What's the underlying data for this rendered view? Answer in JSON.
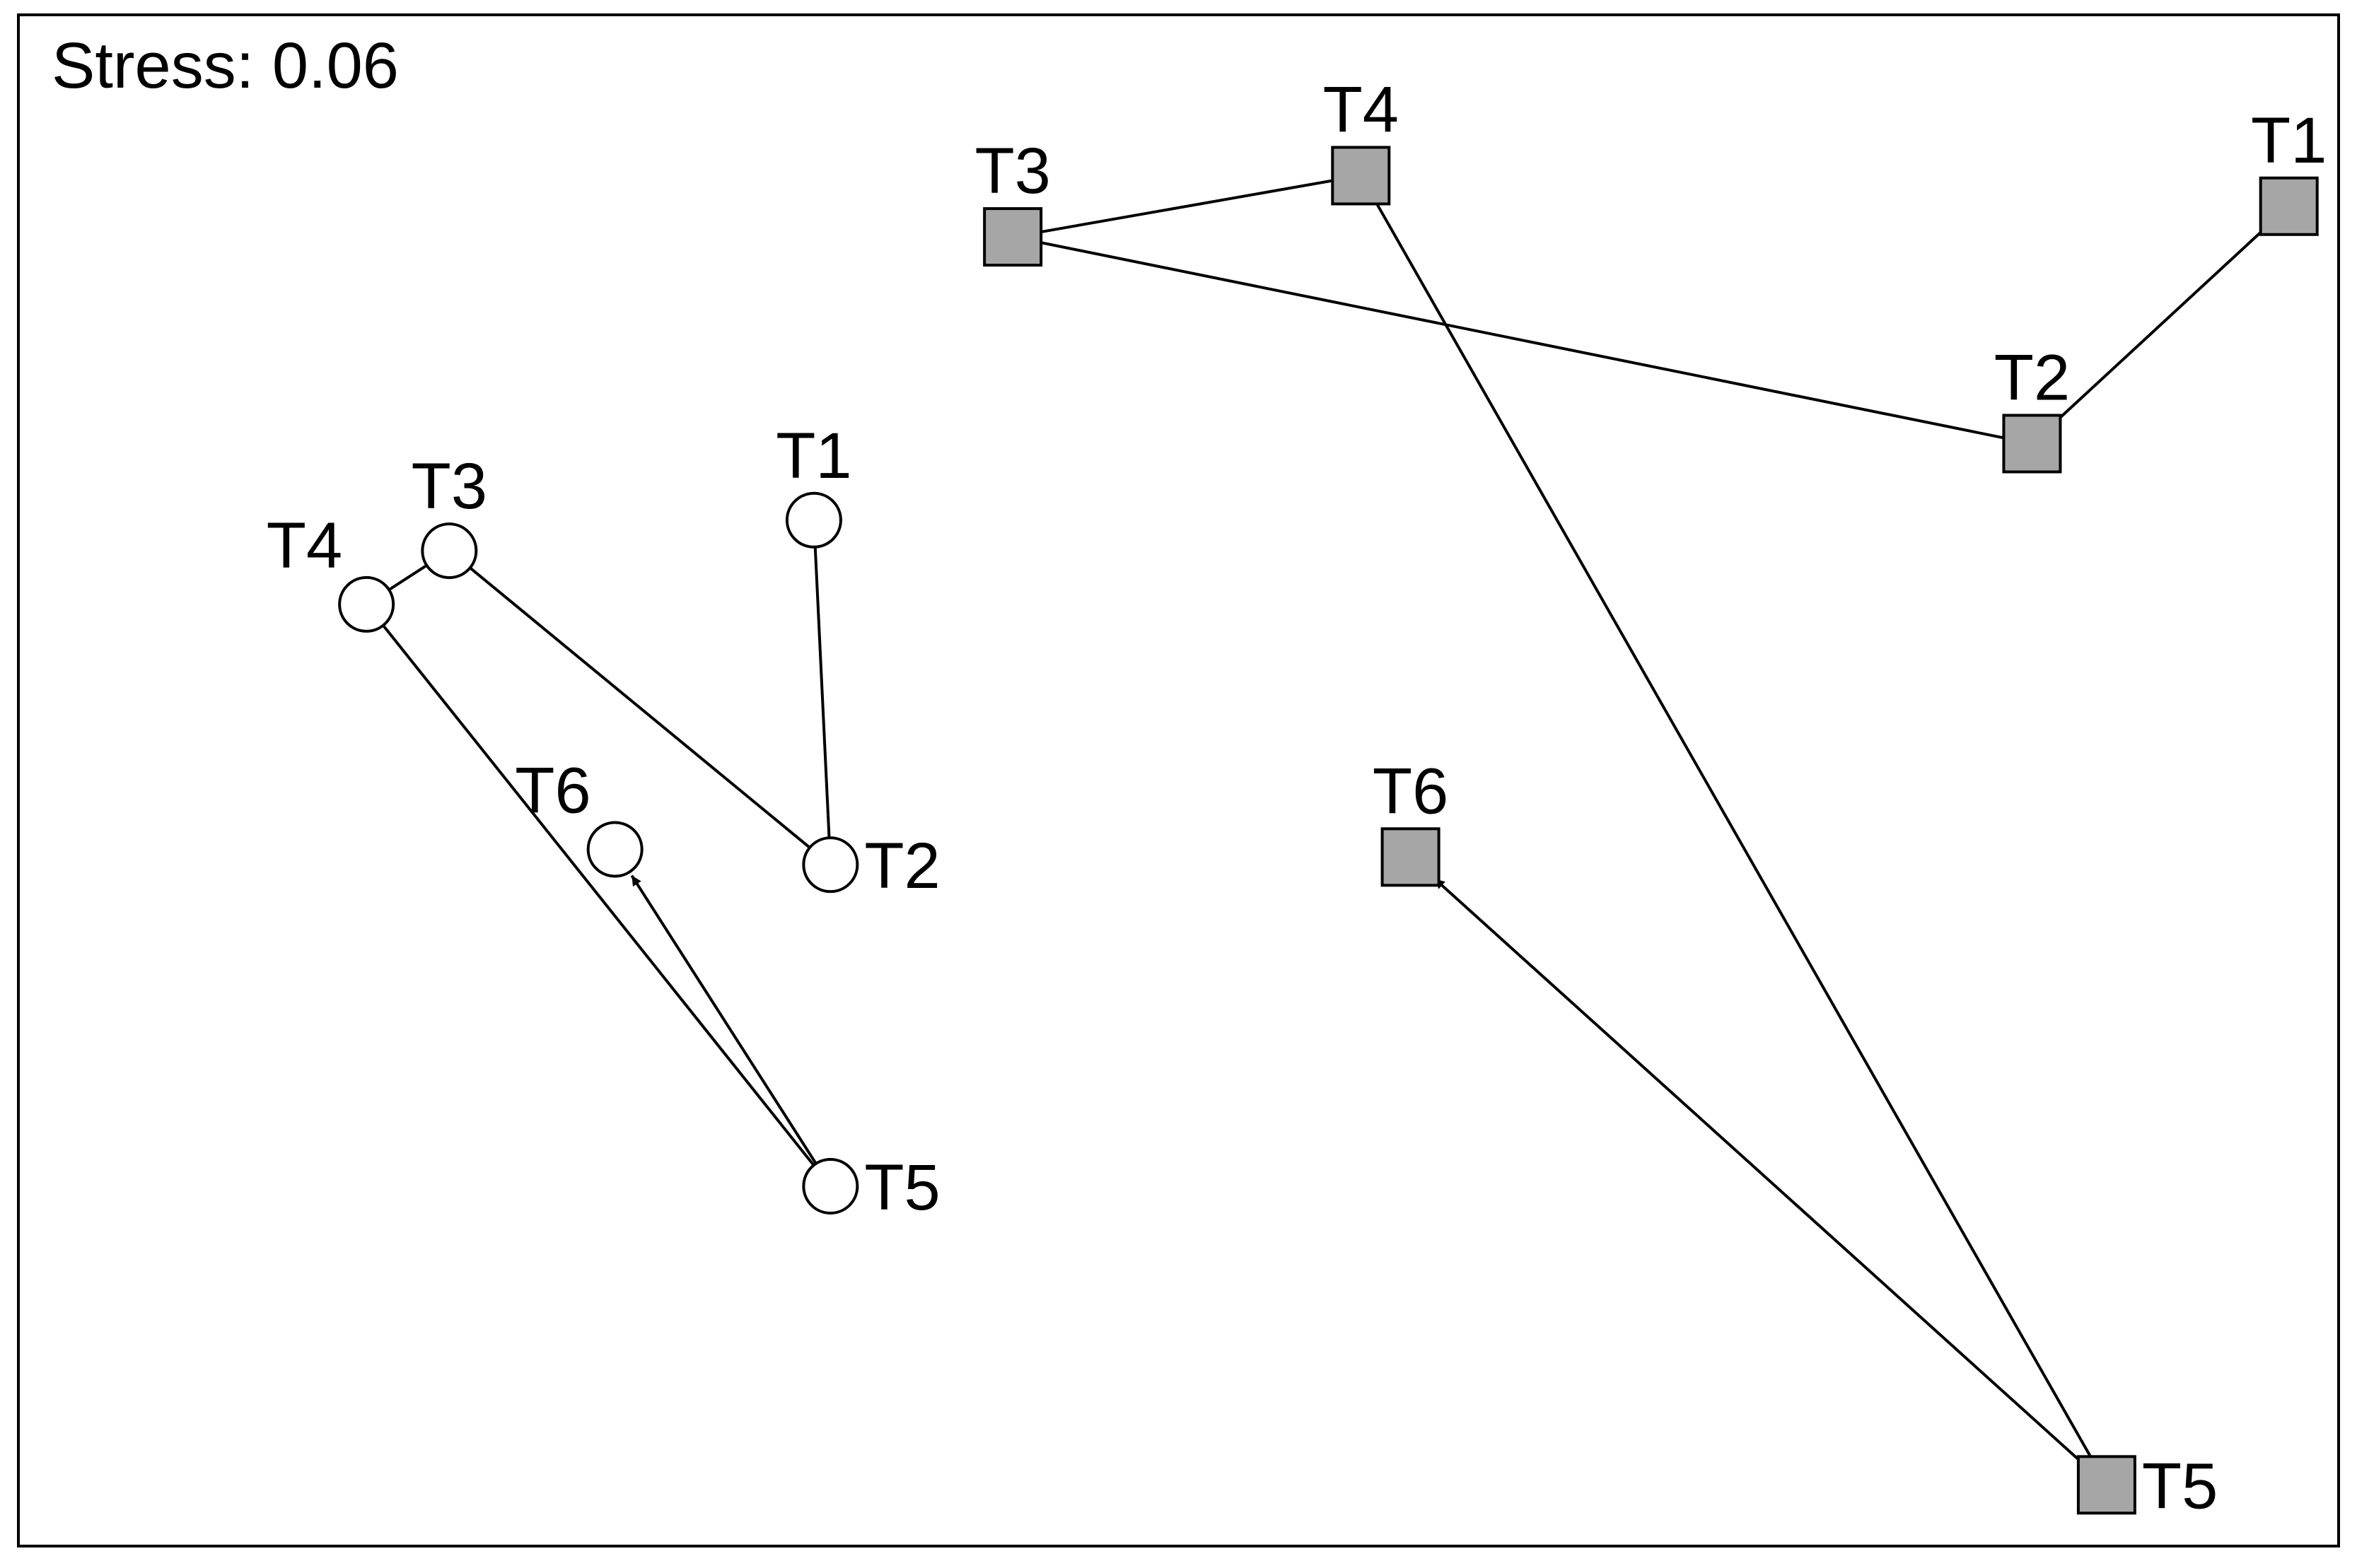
{
  "chart_data": {
    "type": "scatter",
    "annotation": "Stress: 0.06",
    "colors": {
      "circle_fill": "#ffffff",
      "square_fill": "#a6a6a6",
      "stroke": "#000000"
    },
    "series": [
      {
        "marker": "circle",
        "points": [
          {
            "label": "T1",
            "x": -0.44,
            "y": 0.24
          },
          {
            "label": "T2",
            "x": -0.42,
            "y": -0.21
          },
          {
            "label": "T3",
            "x": -0.88,
            "y": 0.2
          },
          {
            "label": "T4",
            "x": -0.98,
            "y": 0.13
          },
          {
            "label": "T5",
            "x": -0.42,
            "y": -0.63
          },
          {
            "label": "T6",
            "x": -0.68,
            "y": -0.19
          }
        ],
        "path": [
          "T1",
          "T2",
          "T3",
          "T4",
          "T5",
          "T6"
        ]
      },
      {
        "marker": "square",
        "points": [
          {
            "label": "T1",
            "x": 1.34,
            "y": 0.65
          },
          {
            "label": "T2",
            "x": 1.03,
            "y": 0.34
          },
          {
            "label": "T3",
            "x": -0.2,
            "y": 0.61
          },
          {
            "label": "T4",
            "x": 0.22,
            "y": 0.69
          },
          {
            "label": "T5",
            "x": 1.12,
            "y": -1.02
          },
          {
            "label": "T6",
            "x": 0.28,
            "y": -0.2
          }
        ],
        "path": [
          "T1",
          "T2",
          "T3",
          "T4",
          "T5",
          "T6"
        ]
      }
    ],
    "xlim": [
      -1.4,
      1.4
    ],
    "ylim": [
      -1.1,
      0.9
    ],
    "grid": false,
    "legend": "none"
  }
}
